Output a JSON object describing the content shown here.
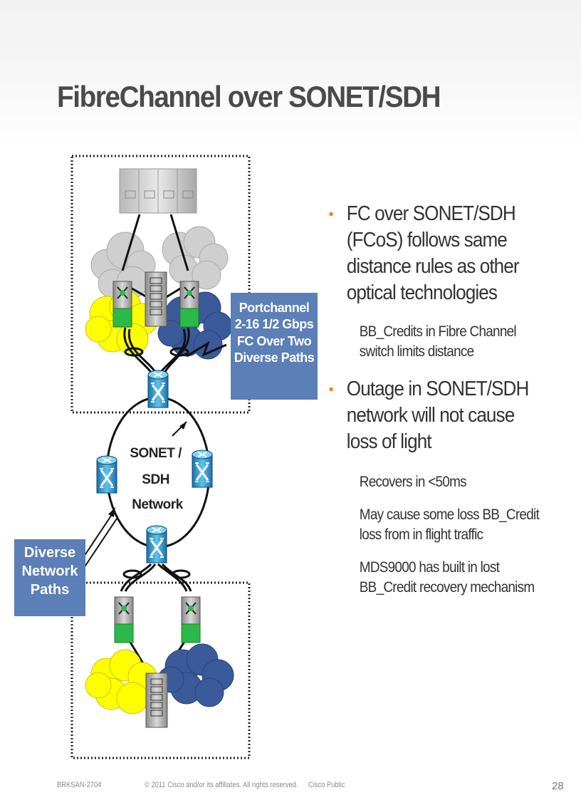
{
  "title": "FibreChannel over SONET/SDH",
  "ring_label": [
    "SONET /",
    "SDH",
    "Network"
  ],
  "callouts": {
    "portchannel": [
      "Portchannel",
      "2-16 1/2 Gbps",
      "FC Over Two",
      "Diverse Paths"
    ],
    "diverse": [
      "Diverse",
      "Network",
      "Paths"
    ]
  },
  "bullets": [
    {
      "text": [
        "FC over SONET/SDH",
        "(FCoS) follows same",
        "distance rules as other",
        "optical technologies"
      ],
      "subs": [
        [
          "BB_Credits in Fibre Channel",
          "switch limits distance"
        ]
      ]
    },
    {
      "text": [
        "Outage in SONET/SDH",
        "network will not cause",
        "loss of light"
      ],
      "subs": [
        [
          "Recovers in <50ms"
        ],
        [
          "May cause some loss BB_Credit",
          "loss from in flight traffic"
        ],
        [
          "MDS9000 has built in lost",
          "BB_Credit recovery mechanism"
        ]
      ]
    }
  ],
  "footer": {
    "session": "BRKSAN-2704",
    "copyright": "© 2011 Cisco and/or its affiliates. All rights reserved.",
    "classification": "Cisco Public",
    "page": "28"
  },
  "colors": {
    "accent_blue": "#5b7fb6",
    "bullet_orange": "#e08a27",
    "cloud_yellow": "#ffff00",
    "cloud_blue": "#3b5a9a",
    "switch_green": "#2db84a",
    "router_cyan": "#2a9fd0"
  }
}
